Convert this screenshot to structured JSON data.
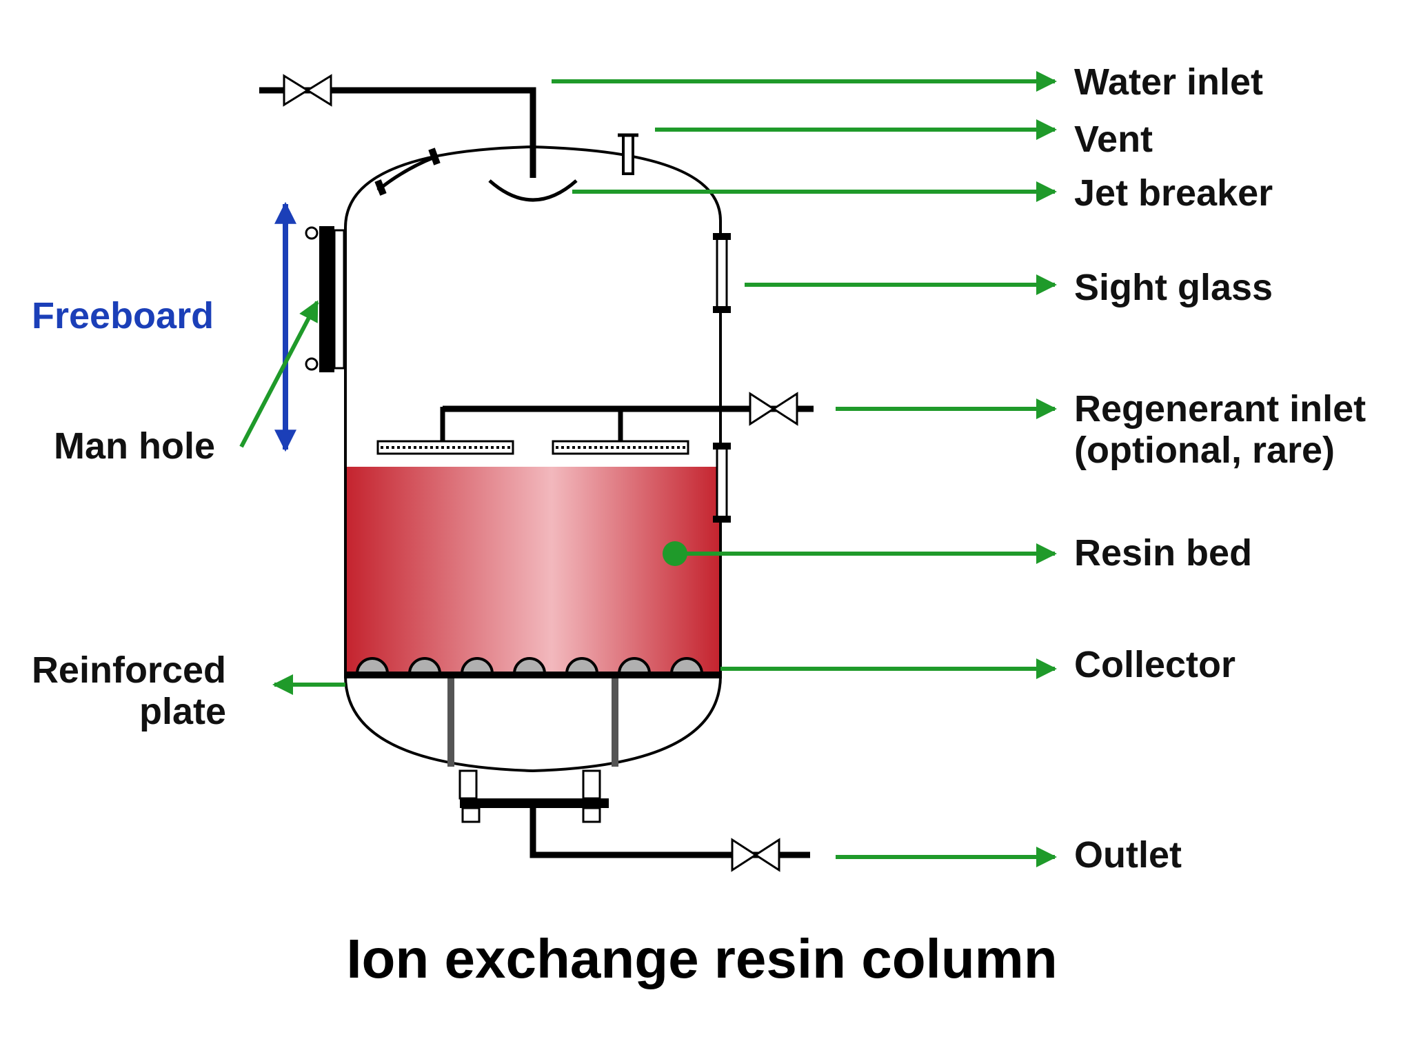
{
  "caption": "Ion exchange resin column",
  "labels": {
    "water_inlet": "Water inlet",
    "vent": "Vent",
    "jet_breaker": "Jet breaker",
    "sight_glass": "Sight glass",
    "regenerant_inlet_line1": "Regenerant inlet",
    "regenerant_inlet_line2": "(optional, rare)",
    "resin_bed": "Resin bed",
    "collector": "Collector",
    "outlet": "Outlet",
    "freeboard": "Freeboard",
    "man_hole": "Man hole",
    "reinforced_plate_line1": "Reinforced",
    "reinforced_plate_line2": "plate"
  },
  "colors": {
    "arrow": "#1f9a2a",
    "freeboard_arrow": "#1b3fb8",
    "resin_bed_dark": "#c4232e",
    "resin_bed_light": "#f2b8bd",
    "collector_dome": "#b0b0b0"
  }
}
